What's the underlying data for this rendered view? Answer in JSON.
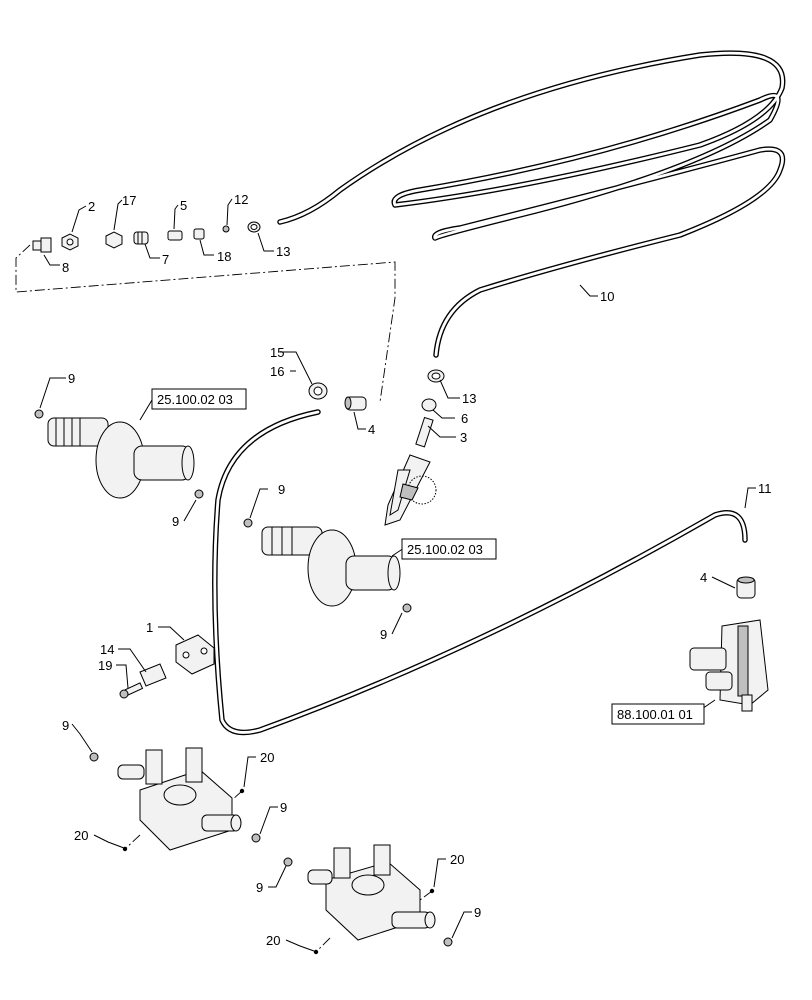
{
  "callouts": {
    "c1": "1",
    "c2": "2",
    "c3": "3",
    "c4a": "4",
    "c4b": "4",
    "c5": "5",
    "c6": "6",
    "c7": "7",
    "c8": "8",
    "c9a": "9",
    "c9b": "9",
    "c9c": "9",
    "c9d": "9",
    "c9e": "9",
    "c9f": "9",
    "c9g": "9",
    "c9h": "9",
    "c10": "10",
    "c11": "11",
    "c12": "12",
    "c13a": "13",
    "c13b": "13",
    "c14": "14",
    "c15": "15",
    "c16": "16",
    "c17": "17",
    "c18": "18",
    "c19": "19",
    "c20a": "20",
    "c20b": "20",
    "c20c": "20",
    "c20d": "20"
  },
  "references": {
    "ref_a": "25.100.02 03",
    "ref_b": "25.100.02 03",
    "ref_c": "88.100.01 01"
  }
}
